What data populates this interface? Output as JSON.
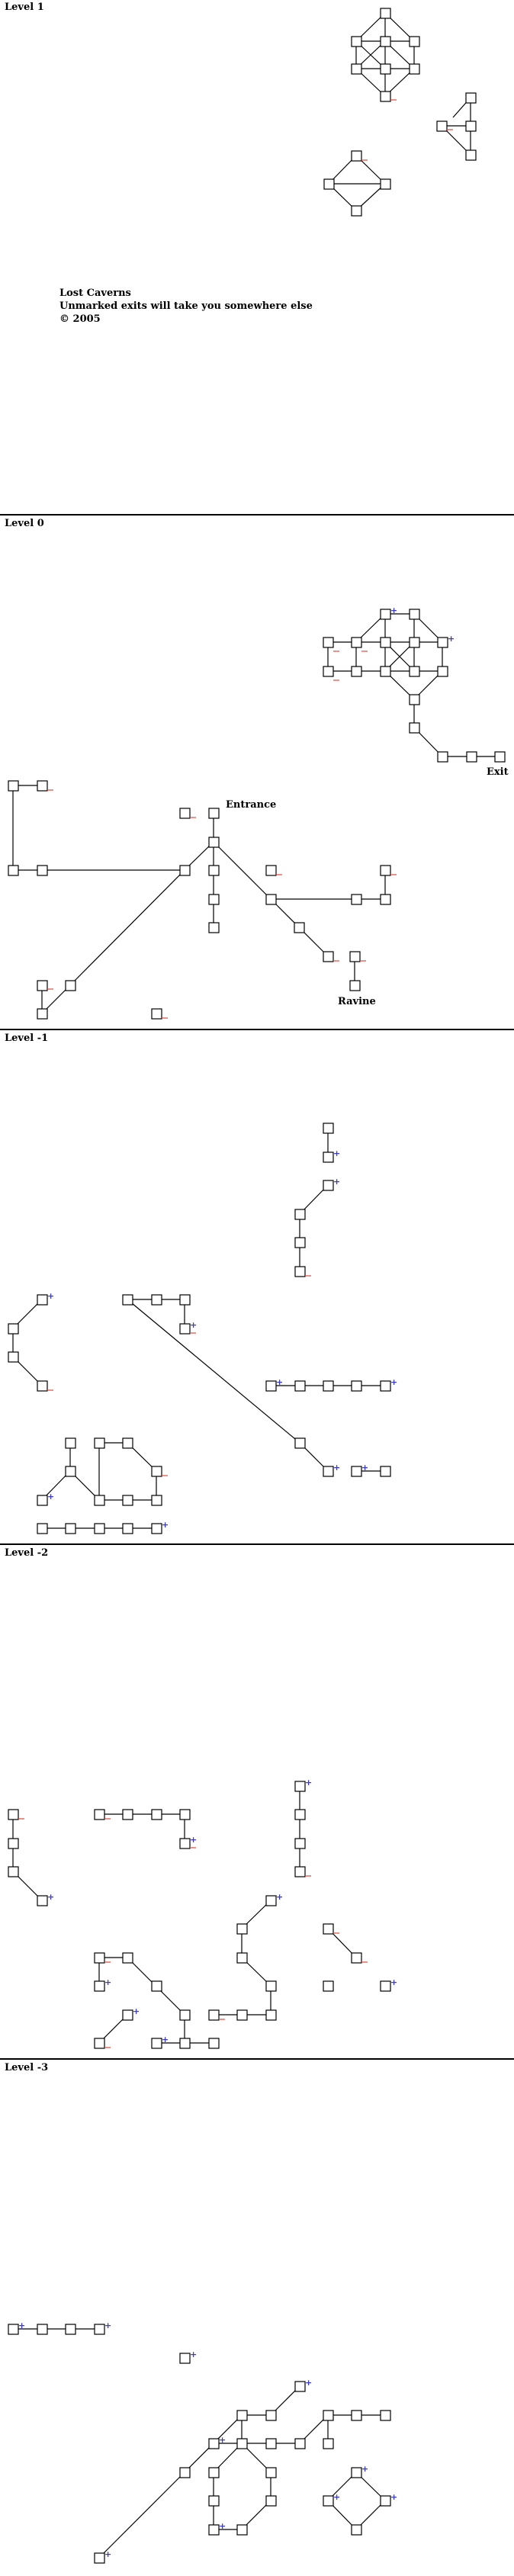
{
  "levels": [
    {
      "label": "Level 1"
    },
    {
      "label": "Level 0"
    },
    {
      "label": "Level -1"
    },
    {
      "label": "Level -2"
    },
    {
      "label": "Level -3"
    }
  ],
  "caption": {
    "title": "Lost Caverns",
    "subtitle": "Unmarked exits will take you somewhere else",
    "copyright": "© 2005"
  },
  "place_labels": {
    "entrance": "Entrance",
    "exit": "Exit",
    "ravine": "Ravine"
  },
  "marker_symbols": {
    "up_exit": "+",
    "blue_color": "#3a3ad0",
    "red_color": "#e0473d"
  }
}
